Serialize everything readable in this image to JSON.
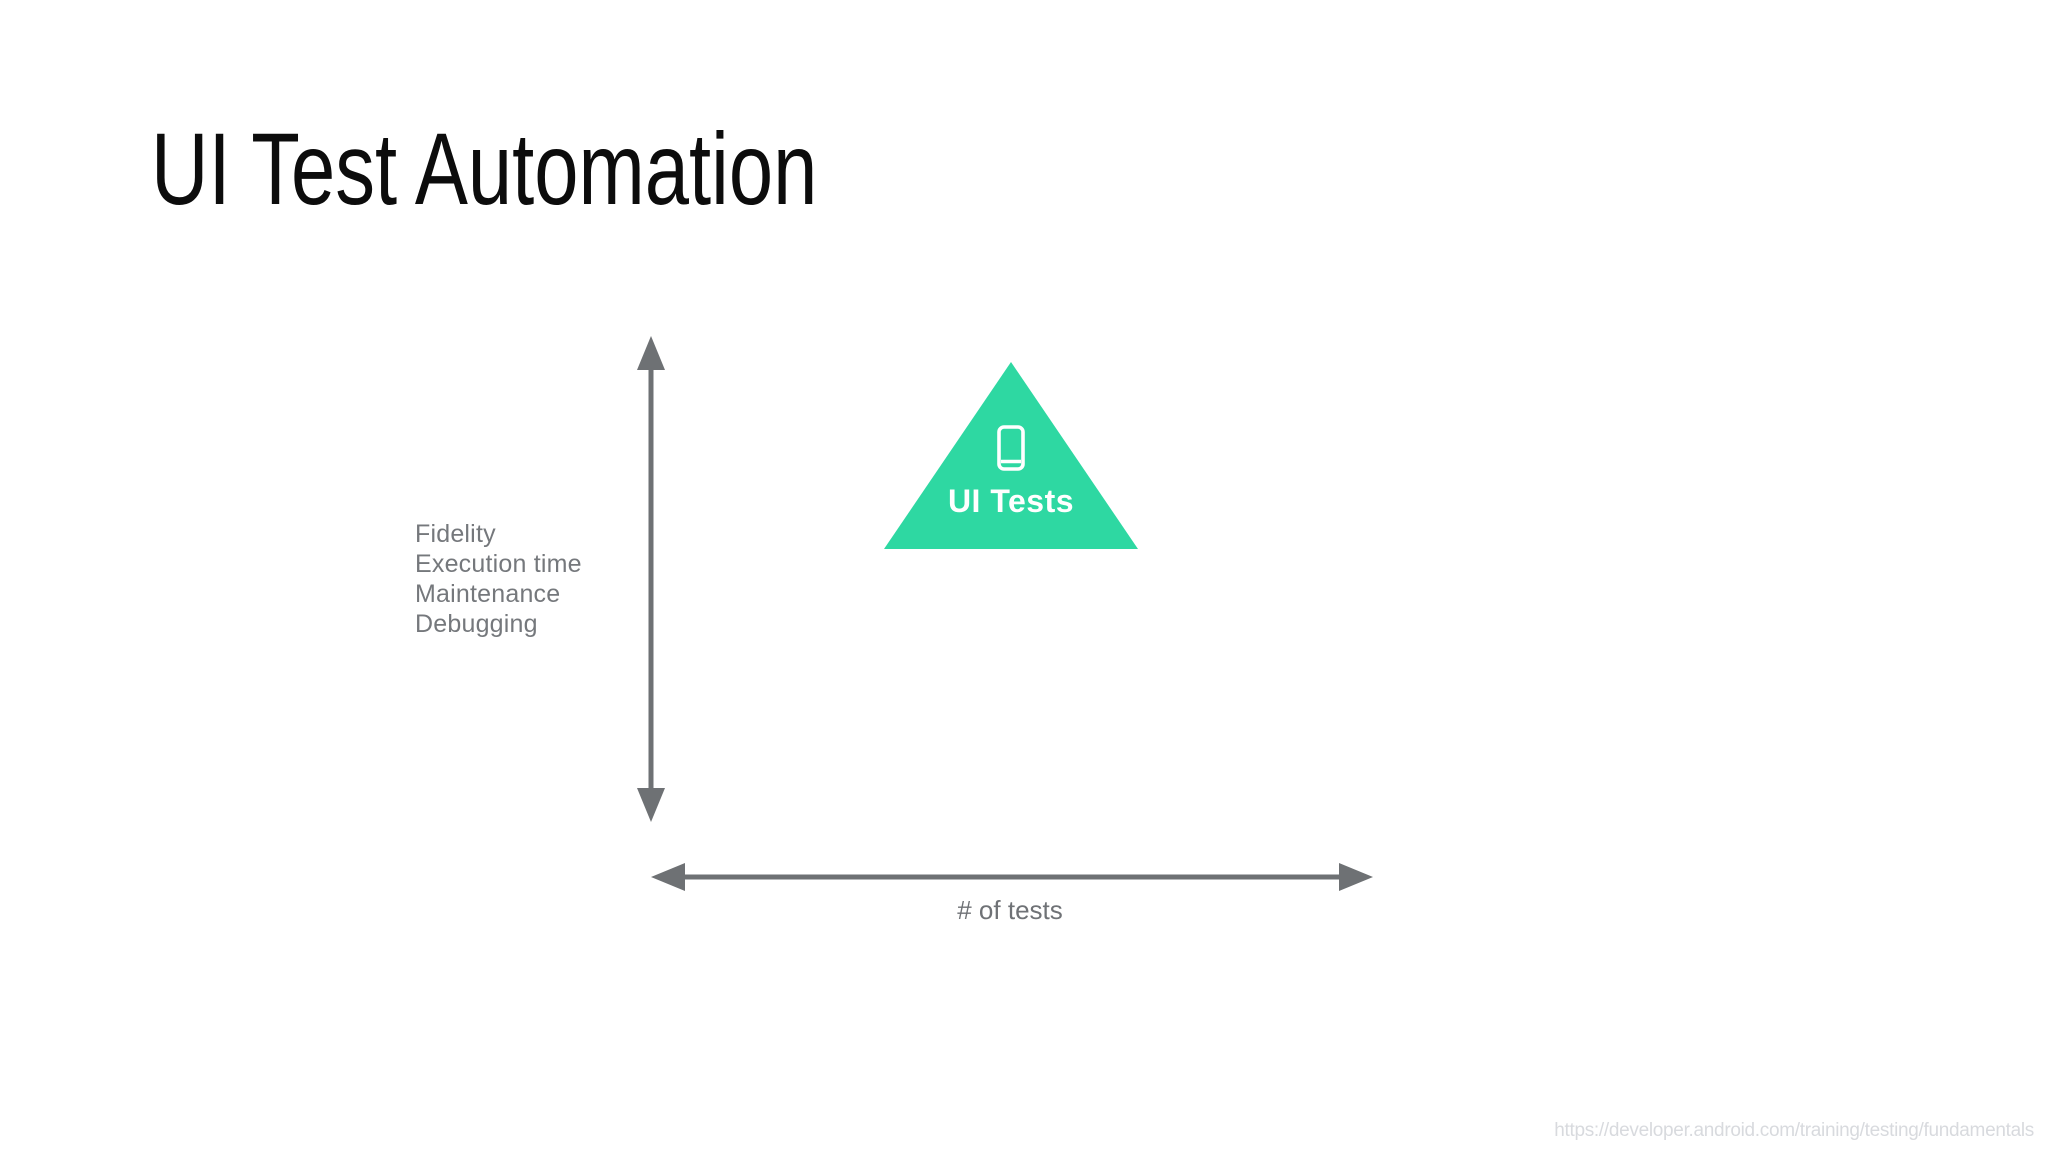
{
  "slide": {
    "title": "UI Test Automation",
    "title_color": "#0c0c0c",
    "background_color": "#ffffff"
  },
  "diagram": {
    "type": "axes-pyramid-level",
    "arrow_color": "#6e7174",
    "y_axis": {
      "labels": [
        "Fidelity",
        "Execution time",
        "Maintenance",
        "Debugging"
      ],
      "label_color": "#75787c"
    },
    "x_axis": {
      "label": "# of tests",
      "label_color": "#6f7276"
    },
    "pyramid_level": {
      "label": "UI Tests",
      "icon": "smartphone-icon",
      "fill_color": "#2ed8a2",
      "text_color": "#ffffff"
    }
  },
  "footer": {
    "source_url": "https://developer.android.com/training/testing/fundamentals",
    "color": "#d8dade"
  }
}
